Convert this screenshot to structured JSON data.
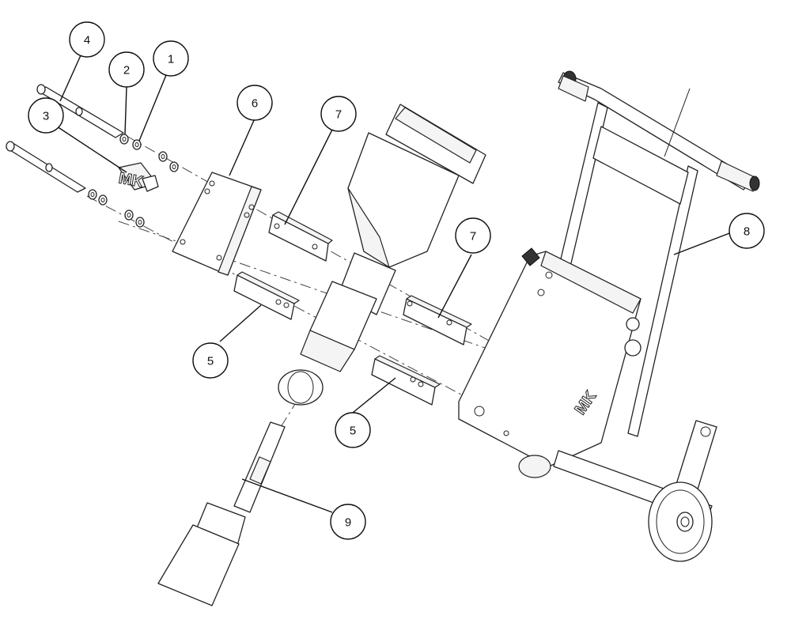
{
  "diagram": {
    "callouts": [
      {
        "id": "c1",
        "label": "1"
      },
      {
        "id": "c2",
        "label": "2"
      },
      {
        "id": "c3",
        "label": "3"
      },
      {
        "id": "c4",
        "label": "4"
      },
      {
        "id": "c5a",
        "label": "5"
      },
      {
        "id": "c5b",
        "label": "5"
      },
      {
        "id": "c6",
        "label": "6"
      },
      {
        "id": "c7a",
        "label": "7"
      },
      {
        "id": "c7b",
        "label": "7"
      },
      {
        "id": "c8",
        "label": "8"
      },
      {
        "id": "c9",
        "label": "9"
      }
    ],
    "logo_text": {
      "badge": "MK",
      "cart": "MK"
    }
  }
}
